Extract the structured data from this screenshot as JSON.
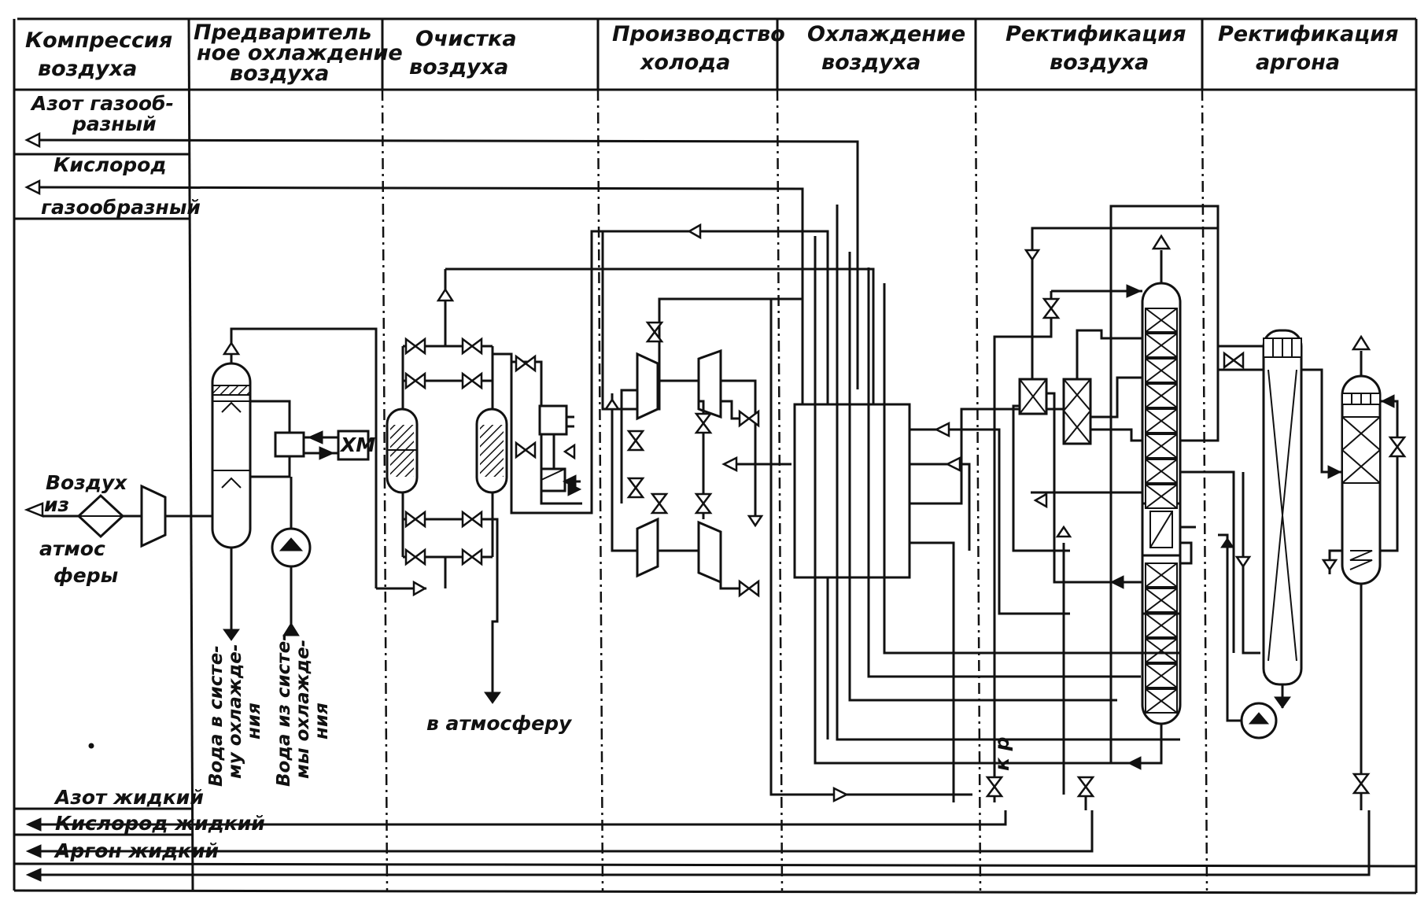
{
  "sections": [
    {
      "id": "compression",
      "label_lines": [
        "Компрессия",
        "воздуха"
      ]
    },
    {
      "id": "precooling",
      "label_lines": [
        "Предваритель",
        "ное охлаждение",
        "воздуха"
      ]
    },
    {
      "id": "purification",
      "label_lines": [
        "Очистка",
        "воздуха"
      ]
    },
    {
      "id": "refrigeration",
      "label_lines": [
        "Производство",
        "холода"
      ]
    },
    {
      "id": "cooling",
      "label_lines": [
        "Охлаждение",
        "воздуха"
      ]
    },
    {
      "id": "air-rectification",
      "label_lines": [
        "Ректификация",
        "воздуха"
      ]
    },
    {
      "id": "argon-rectification",
      "label_lines": [
        "Ректификация",
        "аргона"
      ]
    }
  ],
  "products_gas": {
    "nitrogen_lines": [
      "Азот газооб-",
      "разный"
    ],
    "oxygen_lines": [
      "Кислород",
      "газообразный"
    ]
  },
  "products_liquid": {
    "nitrogen": "Азот жидкий",
    "oxygen": "Кислород жидкий",
    "argon": "Аргон жидкий"
  },
  "labels": {
    "air_inlet_lines": [
      "Воздух",
      "из",
      "атмос",
      "феры"
    ],
    "refrigerator": "ХМ",
    "to_atmosphere": "в атмосферу",
    "water_to_cooling_lines": [
      "Вода в систе-",
      "му охлажде-",
      "ния"
    ],
    "water_from_cooling_lines": [
      "Вода из систе-",
      "мы охлажде-",
      "ния"
    ],
    "marker": "к р"
  }
}
